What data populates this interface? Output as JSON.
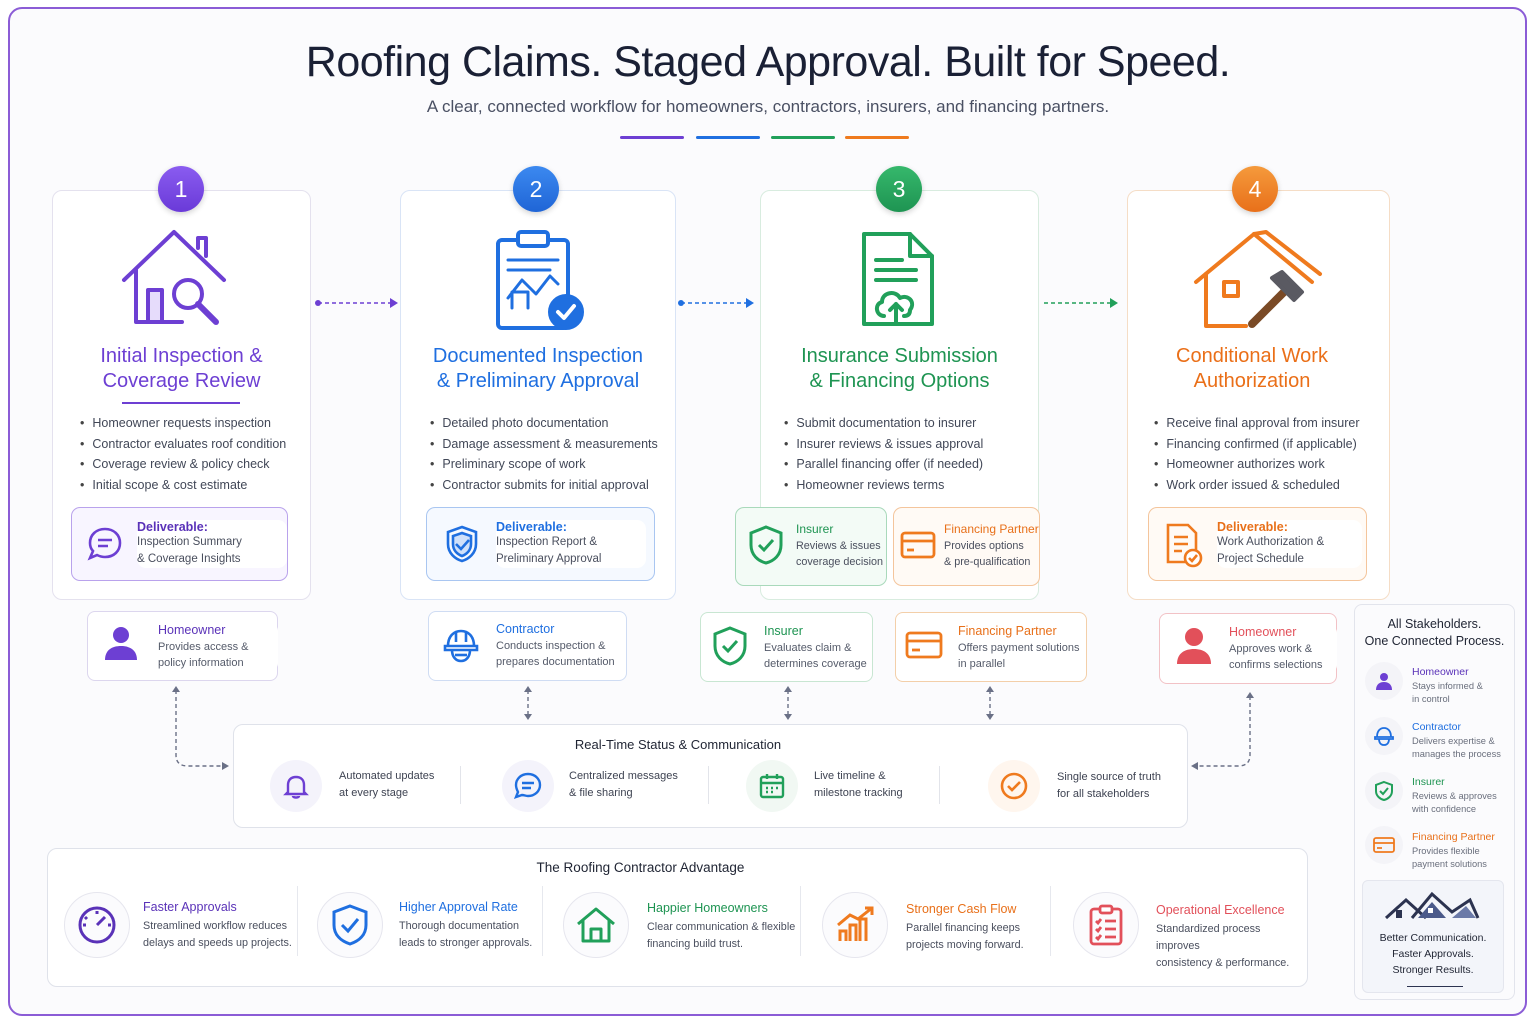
{
  "header": {
    "title": "Roofing Claims.  Staged Approval. Built for Speed.",
    "subtitle": "A clear, connected workflow for homeowners, contractors, insurers, and financing partners."
  },
  "colors": {
    "purple": "#6d3fd3",
    "blue": "#1f6fe0",
    "green": "#21a05a",
    "orange": "#ef7a1e",
    "red": "#e2505a"
  },
  "steps": [
    {
      "num": "1",
      "title_line1": "Initial Inspection &",
      "title_line2": "Coverage Review",
      "icon": "house-magnifier-icon",
      "bullets": [
        "Homeowner requests inspection",
        "Contractor evaluates roof condition",
        "Coverage review & policy check",
        "Initial scope & cost estimate"
      ],
      "deliverable_label": "Deliverable:",
      "deliverable_line1": "Inspection Summary",
      "deliverable_line2": "& Coverage Insights"
    },
    {
      "num": "2",
      "title_line1": "Documented Inspection",
      "title_line2": "& Preliminary Approval",
      "icon": "clipboard-check-icon",
      "bullets": [
        "Detailed photo documentation",
        "Damage assessment & measurements",
        "Preliminary scope of work",
        "Contractor submits for initial approval"
      ],
      "deliverable_label": "Deliverable:",
      "deliverable_line1": "Inspection Report &",
      "deliverable_line2": "Preliminary Approval"
    },
    {
      "num": "3",
      "title_line1": "Insurance Submission",
      "title_line2": "& Financing Options",
      "icon": "document-upload-icon",
      "bullets": [
        "Submit documentation to insurer",
        "Insurer reviews & issues approval",
        "Parallel financing offer (if needed)",
        "Homeowner reviews terms"
      ],
      "insurer_label": "Insurer",
      "insurer_line1": "Reviews & issues",
      "insurer_line2": "coverage decision",
      "finance_label": "Financing Partner",
      "finance_line1": "Provides options",
      "finance_line2": "& pre-qualification"
    },
    {
      "num": "4",
      "title_line1": "Conditional Work",
      "title_line2": "Authorization",
      "icon": "house-hammer-icon",
      "bullets": [
        "Receive final approval from insurer",
        "Financing confirmed (if applicable)",
        "Homeowner authorizes work",
        "Work order issued & scheduled"
      ],
      "deliverable_label": "Deliverable:",
      "deliverable_line1": "Work Authorization &",
      "deliverable_line2": "Project Schedule"
    }
  ],
  "roles": [
    {
      "name": "Homeowner",
      "line1": "Provides access &",
      "line2": "policy information"
    },
    {
      "name": "Contractor",
      "line1": "Conducts inspection &",
      "line2": "prepares documentation"
    },
    {
      "name": "Insurer",
      "line1": "Evaluates claim &",
      "line2": "determines coverage"
    },
    {
      "name": "Financing Partner",
      "line1": "Offers payment solutions",
      "line2": "in parallel"
    },
    {
      "name": "Homeowner",
      "line1": "Approves work &",
      "line2": "confirms selections"
    }
  ],
  "realtime": {
    "title": "Real-Time Status & Communication",
    "items": [
      {
        "line1": "Automated updates",
        "line2": "at every stage"
      },
      {
        "line1": "Centralized messages",
        "line2": "& file sharing"
      },
      {
        "line1": "Live timeline &",
        "line2": "milestone tracking"
      },
      {
        "line1": "Single source of truth",
        "line2": "for all stakeholders"
      }
    ]
  },
  "advantage": {
    "title": "The Roofing Contractor Advantage",
    "items": [
      {
        "title": "Faster Approvals",
        "line1": "Streamlined workflow reduces",
        "line2": "delays and speeds up projects."
      },
      {
        "title": "Higher Approval Rate",
        "line1": "Thorough documentation",
        "line2": "leads to stronger approvals."
      },
      {
        "title": "Happier Homeowners",
        "line1": "Clear communication & flexible",
        "line2": "financing build trust."
      },
      {
        "title": "Stronger Cash Flow",
        "line1": "Parallel financing keeps",
        "line2": "projects moving forward."
      },
      {
        "title": "Operational Excellence",
        "line1": "Standardized process improves",
        "line2": "consistency & performance."
      }
    ]
  },
  "sidebar": {
    "title_line1": "All Stakeholders.",
    "title_line2": "One Connected Process.",
    "items": [
      {
        "name": "Homeowner",
        "line1": "Stays informed &",
        "line2": "in control"
      },
      {
        "name": "Contractor",
        "line1": "Delivers expertise &",
        "line2": "manages the process"
      },
      {
        "name": "Insurer",
        "line1": "Reviews & approves",
        "line2": "with confidence"
      },
      {
        "name": "Financing Partner",
        "line1": "Provides flexible",
        "line2": "payment solutions"
      }
    ],
    "footer_line1": "Better Communication.",
    "footer_line2": "Faster Approvals.",
    "footer_line3": "Stronger Results."
  }
}
